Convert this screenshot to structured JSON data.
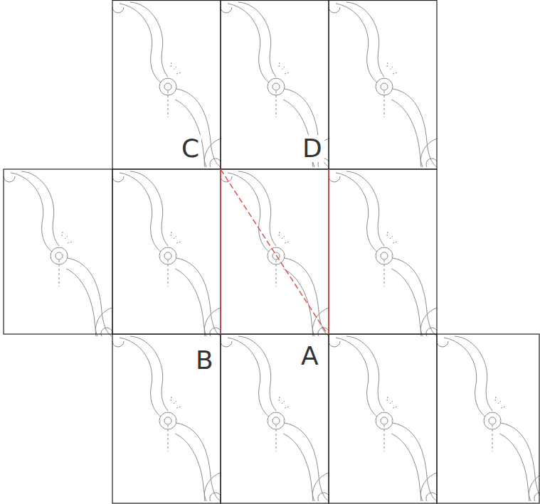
{
  "diagram": {
    "labels": [
      "C",
      "D",
      "B",
      "A"
    ]
  }
}
